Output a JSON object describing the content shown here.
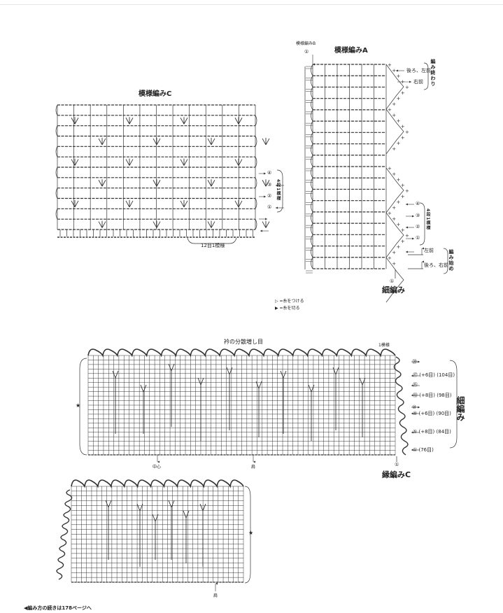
{
  "chart_c": {
    "title": "模様編みC",
    "repeat_label": "12目1模様",
    "rows": [
      "④",
      "③",
      "②",
      "①"
    ],
    "side_label": "4段1模様"
  },
  "chart_a": {
    "title": "模様編みA",
    "pattern_b_label": "模様編みB",
    "pattern_b_row": "①",
    "end_labels": [
      "後ろ、左前",
      "右前"
    ],
    "end_group": "編み終わり",
    "rows": [
      "④",
      "③",
      "②",
      "①"
    ],
    "side_label": "4段1模様",
    "start_labels": [
      "左前",
      "後ろ、右前"
    ],
    "start_group": "編み始め",
    "bottom_row": "①",
    "bottom_label": "細編み"
  },
  "legend": {
    "attach": "▷ =糸をつける",
    "cut": "▶ =糸を切る"
  },
  "collar": {
    "title": "衿の分散増し目",
    "repeat_label": "1模様",
    "rows": [
      "⑳",
      "⑰ (+6目) (104目)",
      "⑮",
      "⑬ (+8目) (98目)",
      "⑩",
      "⑨ (+6目) (90目)",
      "⑤ (+8目) (84目)",
      "① (76目)"
    ],
    "side_label": "細編み",
    "bottom_row": "①",
    "edge_label": "縁編みC",
    "center_label": "中心",
    "shoulder_label": "肩",
    "star": "★"
  },
  "collar2": {
    "star": "★",
    "shoulder_label": "肩"
  },
  "footer": "◀編み方の続きは178ページへ"
}
